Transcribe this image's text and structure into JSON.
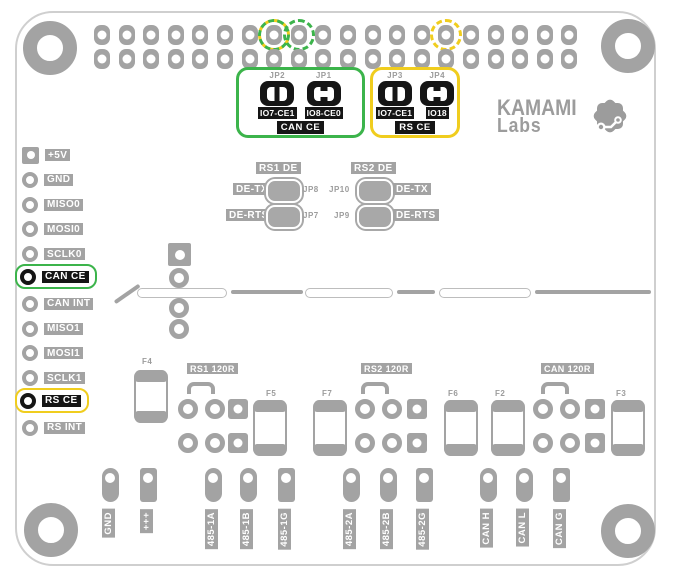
{
  "colors": {
    "green": "#3cb44b",
    "yellow": "#f0cd1e",
    "gray": "#a3a3a3",
    "black": "#151515"
  },
  "logo": {
    "line1": "KAMAMI",
    "line2": "Labs"
  },
  "header": {
    "rows": 2,
    "pins_per_row": 20,
    "highlights": [
      {
        "row": 0,
        "index": 7,
        "style": "mixed"
      },
      {
        "row": 0,
        "index": 8,
        "style": "green"
      },
      {
        "row": 0,
        "index": 14,
        "style": "yellow"
      }
    ]
  },
  "jumper_boxes": [
    {
      "id": "can-ce",
      "color": "green",
      "title": "CAN CE",
      "jumpers": [
        {
          "name": "JP2",
          "signal": "IO7-CE1",
          "state": "open"
        },
        {
          "name": "JP1",
          "signal": "IO8-CE0",
          "state": "closed"
        }
      ]
    },
    {
      "id": "rs-ce",
      "color": "yellow",
      "title": "RS CE",
      "jumpers": [
        {
          "name": "JP3",
          "signal": "IO7-CE1",
          "state": "open"
        },
        {
          "name": "JP4",
          "signal": "IO18",
          "state": "closed"
        }
      ]
    }
  ],
  "left_pins": {
    "items": [
      {
        "label": "+5V"
      },
      {
        "label": "GND"
      },
      {
        "label": "MISO0"
      },
      {
        "label": "MOSI0"
      },
      {
        "label": "SCLK0"
      },
      {
        "label": "CAN CE",
        "highlight": "green"
      },
      {
        "label": "CAN INT"
      },
      {
        "label": "MISO1"
      },
      {
        "label": "MOSI1"
      },
      {
        "label": "SCLK1"
      },
      {
        "label": "RS CE",
        "highlight": "yellow"
      },
      {
        "label": "RS INT"
      }
    ]
  },
  "de_section": {
    "groups": [
      {
        "title": "RS1 DE",
        "rows": [
          {
            "label": "DE-TX",
            "jumper": "JP8"
          },
          {
            "label": "DE-RTS",
            "jumper": "JP7"
          }
        ]
      },
      {
        "title": "RS2 DE",
        "rows": [
          {
            "jumper": "JP10",
            "label": "DE-TX"
          },
          {
            "jumper": "JP9",
            "label": "DE-RTS"
          }
        ]
      }
    ]
  },
  "fuses": {
    "f4": "F4",
    "f5": "F5",
    "f7": "F7",
    "f6": "F6",
    "f2": "F2",
    "f3": "F3"
  },
  "termination": {
    "rs1": "RS1 120R",
    "rs2": "RS2 120R",
    "can": "CAN 120R"
  },
  "bottom_terminals": {
    "labels": [
      "GND",
      "+++",
      "485-1A",
      "485-1B",
      "485-1G",
      "485-2A",
      "485-2B",
      "485-2G",
      "CAN H",
      "CAN L",
      "CAN G"
    ]
  }
}
